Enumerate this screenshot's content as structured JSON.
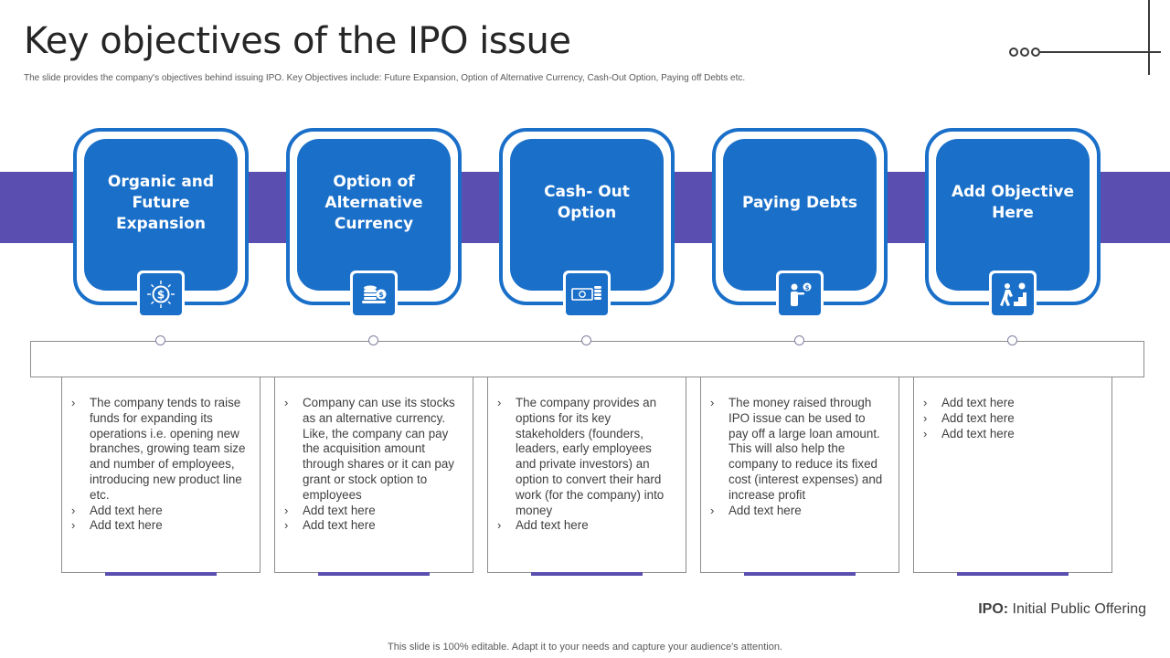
{
  "header": {
    "title": "Key objectives of the IPO issue",
    "subtitle": "The slide provides the company's objectives behind issuing IPO.  Key Objectives include: Future Expansion, Option of Alternative Currency, Cash-Out Option, Paying off Debts etc."
  },
  "colors": {
    "primary_blue": "#1a6fc9",
    "band_purple": "#5a4fb0"
  },
  "objectives": [
    {
      "label": "Organic and Future Expansion",
      "icon": "dollar-coin-icon",
      "bullets": [
        "The company tends to raise funds for expanding its operations i.e. opening new branches, growing team size and number of employees, introducing new product line etc.",
        "Add text here",
        "Add text here"
      ]
    },
    {
      "label": "Option of Alternative Currency",
      "icon": "coin-stack-icon",
      "bullets": [
        "Company can use its stocks as an alternative currency. Like, the company can pay the acquisition amount through shares or it can pay grant or stock option to employees",
        "Add text here",
        "Add text here"
      ]
    },
    {
      "label": "Cash- Out Option",
      "icon": "banknote-coins-icon",
      "bullets": [
        "The company provides an options for its key stakeholders (founders, leaders, early employees and private investors) an option to convert their hard work (for the company) into money",
        "Add text here"
      ]
    },
    {
      "label": "Paying Debts",
      "icon": "person-paying-icon",
      "bullets": [
        "The money raised through IPO issue can be used to pay off a large loan amount. This will also help the company to reduce its fixed cost (interest expenses) and increase profit",
        "Add text here"
      ]
    },
    {
      "label": "Add Objective Here",
      "icon": "person-climbing-stairs-icon",
      "bullets": [
        "Add text here",
        "Add text here",
        "Add text here"
      ]
    }
  ],
  "footnote": {
    "term": "IPO:",
    "definition": "Initial Public Offering"
  },
  "bottom_note": "This slide is 100% editable. Adapt it to your needs and capture your audience's attention."
}
